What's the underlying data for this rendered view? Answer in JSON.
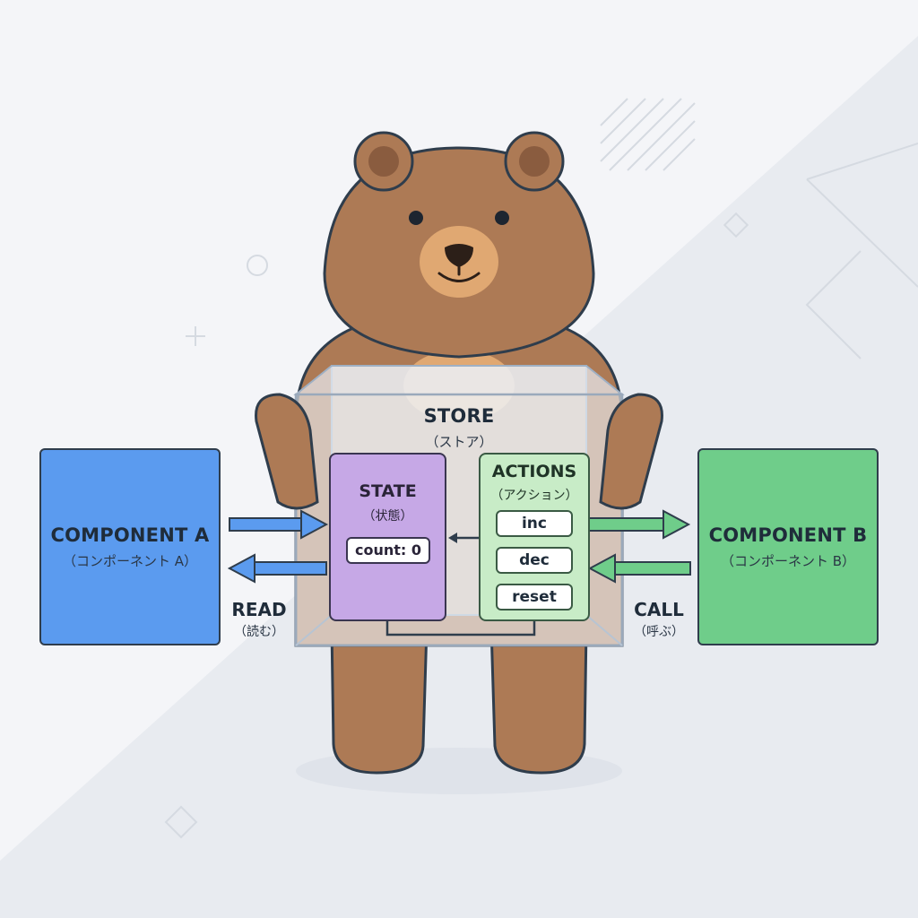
{
  "store": {
    "title": "STORE",
    "subtitle": "（ストア）"
  },
  "state": {
    "title": "STATE",
    "subtitle": "（状態）",
    "count_label": "count: 0"
  },
  "actions": {
    "title": "ACTIONS",
    "subtitle": "（アクション）",
    "buttons": [
      "inc",
      "dec",
      "reset"
    ]
  },
  "component_a": {
    "title": "COMPONENT A",
    "subtitle": "（コンポーネント A）"
  },
  "component_b": {
    "title": "COMPONENT B",
    "subtitle": "（コンポーネント B）"
  },
  "flows": {
    "read": {
      "label": "READ",
      "sublabel": "（読む）"
    },
    "call": {
      "label": "CALL",
      "sublabel": "（呼ぶ）"
    }
  },
  "colors": {
    "background": "#f1f3f6",
    "bear_fur": "#ad7a55",
    "bear_muzzle": "#e0a872",
    "component_a": "#5b9bef",
    "component_b": "#6fcd8a",
    "state": "#c6a8e6",
    "actions": "#c8ecc7",
    "read_arrow": "#5b9bef",
    "call_arrow": "#6fcd8a"
  },
  "icons": [
    "bear-mascot",
    "transparent-store-cube",
    "read-arrow",
    "call-arrow",
    "update-state-arrow"
  ]
}
